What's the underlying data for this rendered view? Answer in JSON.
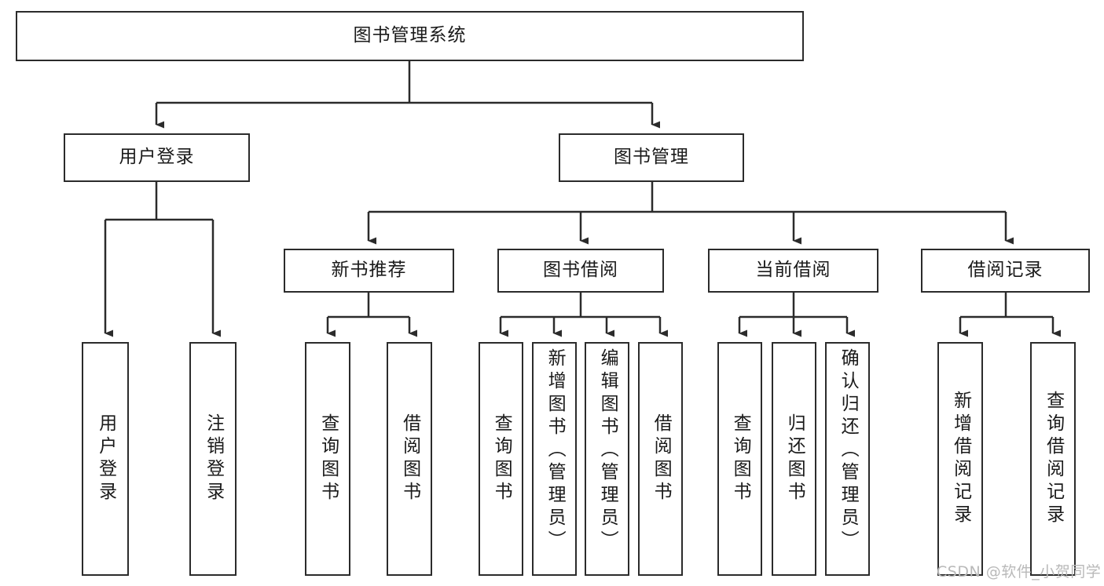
{
  "diagram": {
    "title": "图书管理系统",
    "type": "tree",
    "root": {
      "label": "图书管理系统"
    },
    "level2": [
      {
        "label": "用户登录"
      },
      {
        "label": "图书管理"
      }
    ],
    "level3": [
      {
        "label": "新书推荐"
      },
      {
        "label": "图书借阅"
      },
      {
        "label": "当前借阅"
      },
      {
        "label": "借阅记录"
      }
    ],
    "leaves": {
      "user_login": [
        {
          "label": "用户登录"
        },
        {
          "label": "注销登录"
        }
      ],
      "new_book_recommend": [
        {
          "label": "查询图书"
        },
        {
          "label": "借阅图书"
        }
      ],
      "book_borrow": [
        {
          "label": "查询图书"
        },
        {
          "label": "新增图书（管理员）"
        },
        {
          "label": "编辑图书（管理员）"
        },
        {
          "label": "借阅图书"
        }
      ],
      "current_borrow": [
        {
          "label": "查询图书"
        },
        {
          "label": "归还图书"
        },
        {
          "label": "确认归还（管理员）"
        }
      ],
      "borrow_record": [
        {
          "label": "新增借阅记录"
        },
        {
          "label": "查询借阅记录"
        }
      ]
    }
  },
  "watermark": {
    "text": "CSDN @软件_小贺同学"
  },
  "colors": {
    "stroke": "#2b2b2b",
    "fill": "#ffffff",
    "text": "#1a1a1a",
    "watermark": "#b9b9b9"
  }
}
